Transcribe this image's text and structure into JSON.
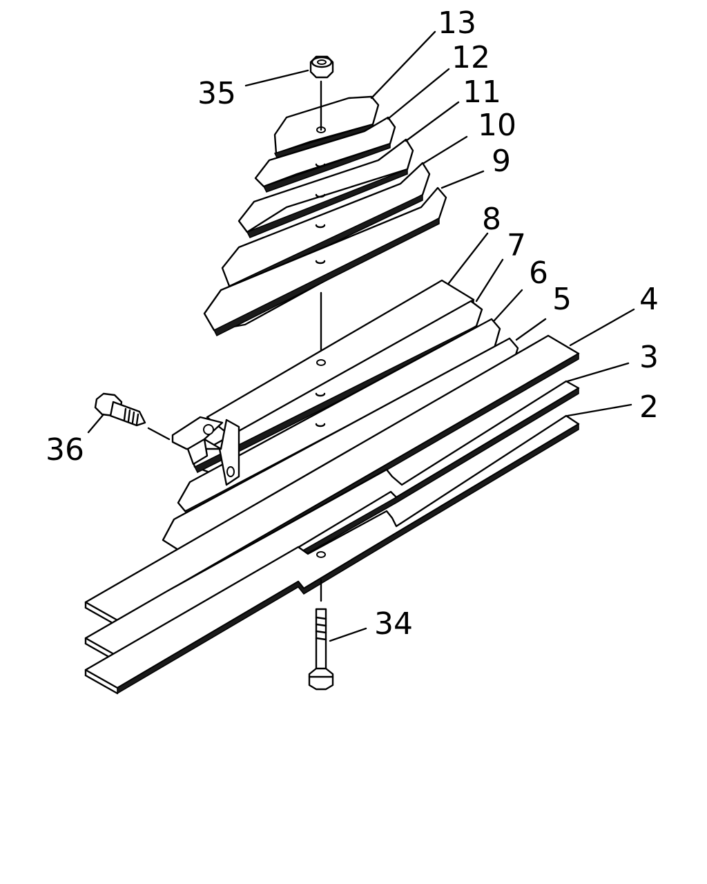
{
  "callouts": {
    "c13": "13",
    "c12": "12",
    "c11": "11",
    "c10": "10",
    "c9": "9",
    "c8": "8",
    "c7": "7",
    "c6": "6",
    "c5": "5",
    "c4": "4",
    "c3": "3",
    "c2": "2",
    "c35": "35",
    "c36": "36",
    "c34": "34"
  }
}
